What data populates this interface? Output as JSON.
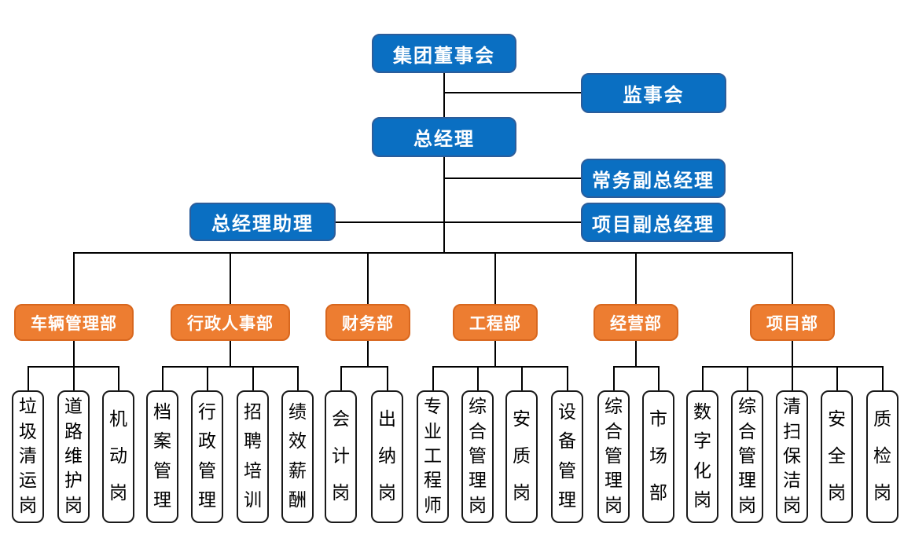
{
  "org_chart": {
    "top_nodes": {
      "board": "集团董事会",
      "supervisory": "监事会",
      "general_manager": "总经理",
      "executive_deputy_gm": "常务副总经理",
      "gm_assistant": "总经理助理",
      "project_deputy_gm": "项目副总经理"
    },
    "departments": [
      {
        "label": "车辆管理部",
        "positions": [
          "垃圾清运岗",
          "道路维护岗",
          "机动岗"
        ]
      },
      {
        "label": "行政人事部",
        "positions": [
          "档案管理",
          "行政管理",
          "招聘培训",
          "绩效薪酬"
        ]
      },
      {
        "label": "财务部",
        "positions": [
          "会计岗",
          "出纳岗"
        ]
      },
      {
        "label": "工程部",
        "positions": [
          "专业工程师",
          "综合管理岗",
          "安质岗",
          "设备管理"
        ]
      },
      {
        "label": "经营部",
        "positions": [
          "综合管理岗",
          "市场部"
        ]
      },
      {
        "label": "项目部",
        "positions": [
          "数字化岗",
          "综合管理岗",
          "清扫保洁岗",
          "安全岗",
          "质检岗"
        ]
      }
    ],
    "colors": {
      "node_blue": "#0a6fc2",
      "node_blue_border": "#2b5d9b",
      "node_orange": "#ed7d31",
      "node_orange_border": "#d8671e",
      "connector": "#000000",
      "leaf_border": "#1a1a1a",
      "node_text": "#ffffff",
      "leaf_text": "#000000"
    }
  }
}
